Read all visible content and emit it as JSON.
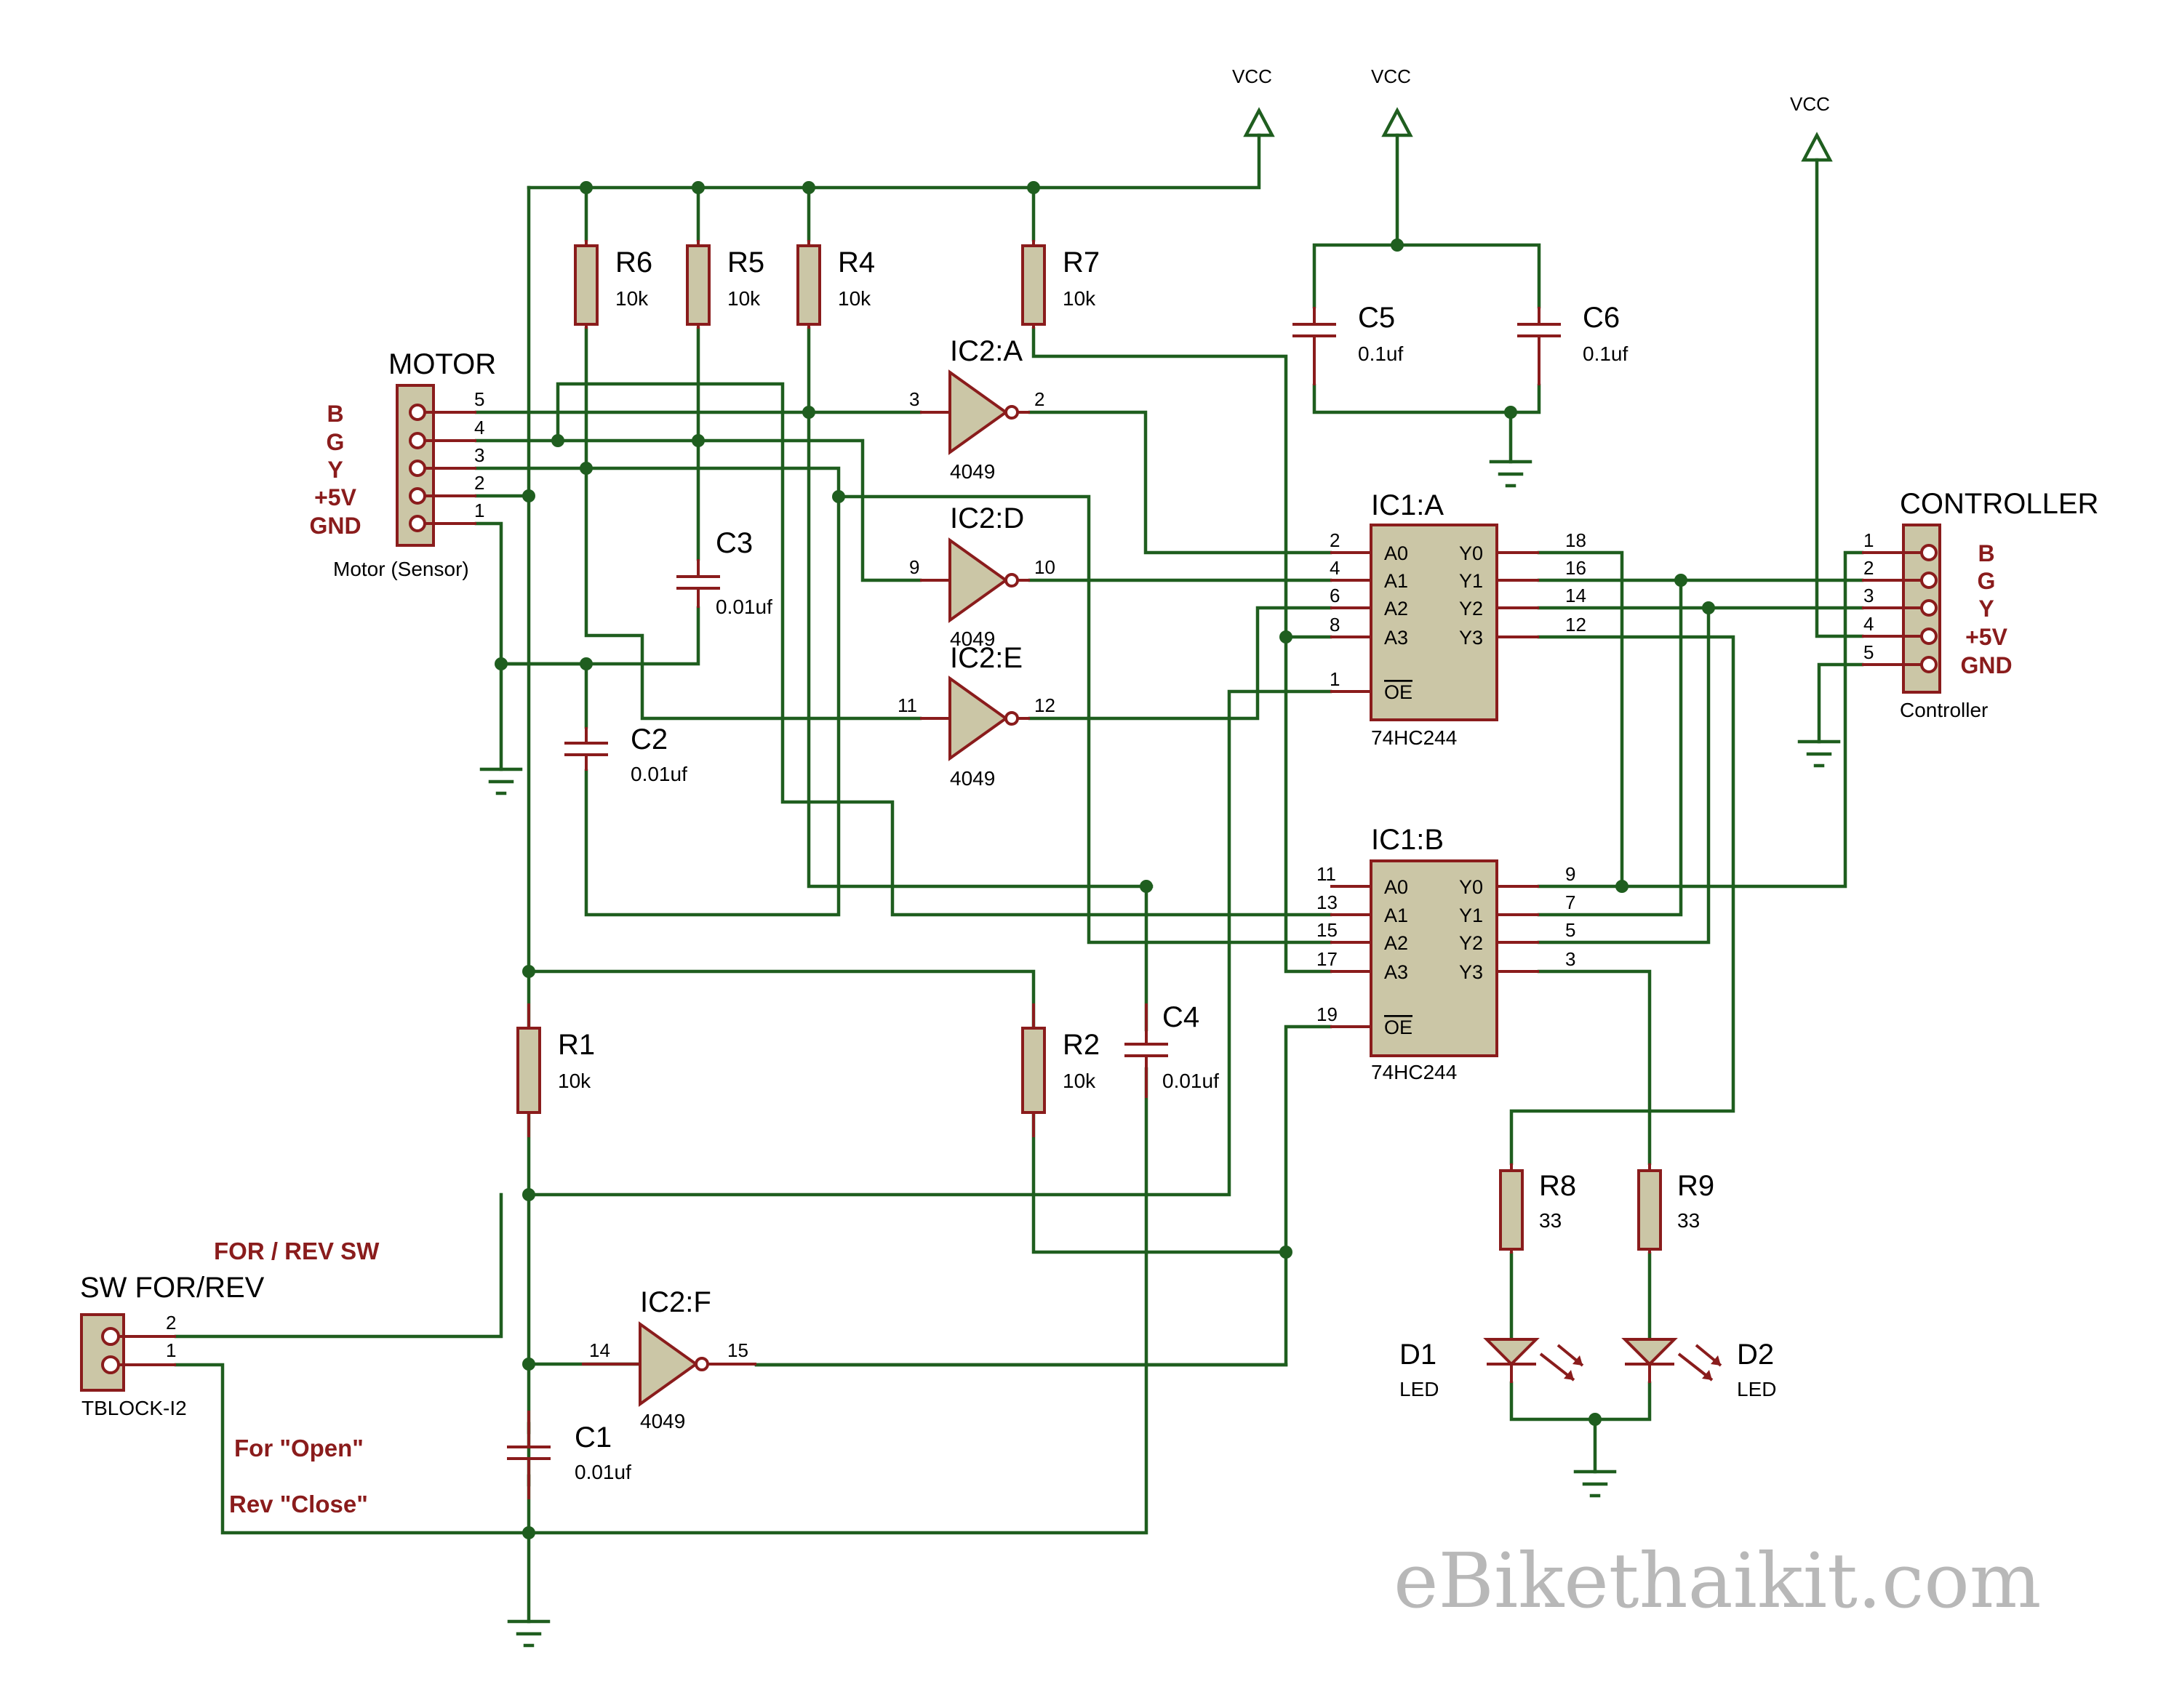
{
  "power": {
    "vcc": "VCC"
  },
  "motor": {
    "title": "MOTOR",
    "sub": "Motor (Sensor)",
    "pins": [
      "5",
      "4",
      "3",
      "2",
      "1"
    ],
    "labels": [
      "B",
      "G",
      "Y",
      "+5V",
      "GND"
    ]
  },
  "controller": {
    "title": "CONTROLLER",
    "sub": "Controller",
    "pins": [
      "1",
      "2",
      "3",
      "4",
      "5"
    ],
    "labels": [
      "B",
      "G",
      "Y",
      "+5V",
      "GND"
    ]
  },
  "resistors": {
    "r6": {
      "ref": "R6",
      "val": "10k"
    },
    "r5": {
      "ref": "R5",
      "val": "10k"
    },
    "r4": {
      "ref": "R4",
      "val": "10k"
    },
    "r7": {
      "ref": "R7",
      "val": "10k"
    },
    "r1": {
      "ref": "R1",
      "val": "10k"
    },
    "r2": {
      "ref": "R2",
      "val": "10k"
    },
    "r8": {
      "ref": "R8",
      "val": "33"
    },
    "r9": {
      "ref": "R9",
      "val": "33"
    }
  },
  "capacitors": {
    "c5": {
      "ref": "C5",
      "val": "0.1uf"
    },
    "c6": {
      "ref": "C6",
      "val": "0.1uf"
    },
    "c3": {
      "ref": "C3",
      "val": "0.01uf"
    },
    "c2": {
      "ref": "C2",
      "val": "0.01uf"
    },
    "c4": {
      "ref": "C4",
      "val": "0.01uf"
    },
    "c1": {
      "ref": "C1",
      "val": "0.01uf"
    }
  },
  "inverters": {
    "a": {
      "ref": "IC2:A",
      "part": "4049",
      "pin_in": "3",
      "pin_out": "2"
    },
    "d": {
      "ref": "IC2:D",
      "part": "4049",
      "pin_in": "9",
      "pin_out": "10"
    },
    "e": {
      "ref": "IC2:E",
      "part": "4049",
      "pin_in": "11",
      "pin_out": "12"
    },
    "f": {
      "ref": "IC2:F",
      "part": "4049",
      "pin_in": "14",
      "pin_out": "15"
    }
  },
  "ic1a": {
    "ref": "IC1:A",
    "part": "74HC244",
    "in_names": [
      "A0",
      "A1",
      "A2",
      "A3"
    ],
    "in_pins": [
      "2",
      "4",
      "6",
      "8"
    ],
    "out_names": [
      "Y0",
      "Y1",
      "Y2",
      "Y3"
    ],
    "out_pins": [
      "18",
      "16",
      "14",
      "12"
    ],
    "oe_name": "OE",
    "oe_pin": "1"
  },
  "ic1b": {
    "ref": "IC1:B",
    "part": "74HC244",
    "in_names": [
      "A0",
      "A1",
      "A2",
      "A3"
    ],
    "in_pins": [
      "11",
      "13",
      "15",
      "17"
    ],
    "out_names": [
      "Y0",
      "Y1",
      "Y2",
      "Y3"
    ],
    "out_pins": [
      "9",
      "7",
      "5",
      "3"
    ],
    "oe_name": "OE",
    "oe_pin": "19"
  },
  "leds": {
    "d1": {
      "ref": "D1",
      "val": "LED"
    },
    "d2": {
      "ref": "D2",
      "val": "LED"
    }
  },
  "switch": {
    "title": "SW FOR/REV",
    "part": "TBLOCK-I2",
    "pins": [
      "2",
      "1"
    ],
    "note_title": "FOR / REV SW",
    "note_open": "For \"Open\"",
    "note_close": "Rev \"Close\""
  },
  "watermark": "eBikethaikit.com"
}
